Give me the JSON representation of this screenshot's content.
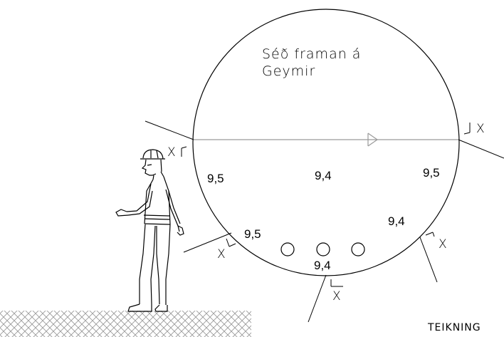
{
  "diagram": {
    "title_line1": "Séð framan á",
    "title_line2": "Geymir",
    "footer_label": "TEIKNING",
    "section_mark": "X",
    "thickness_values": {
      "upper_left": "9,5",
      "upper_center": "9,4",
      "upper_right": "9,5",
      "lower_left": "9,5",
      "lower_right": "9,4",
      "bottom": "9,4"
    }
  }
}
